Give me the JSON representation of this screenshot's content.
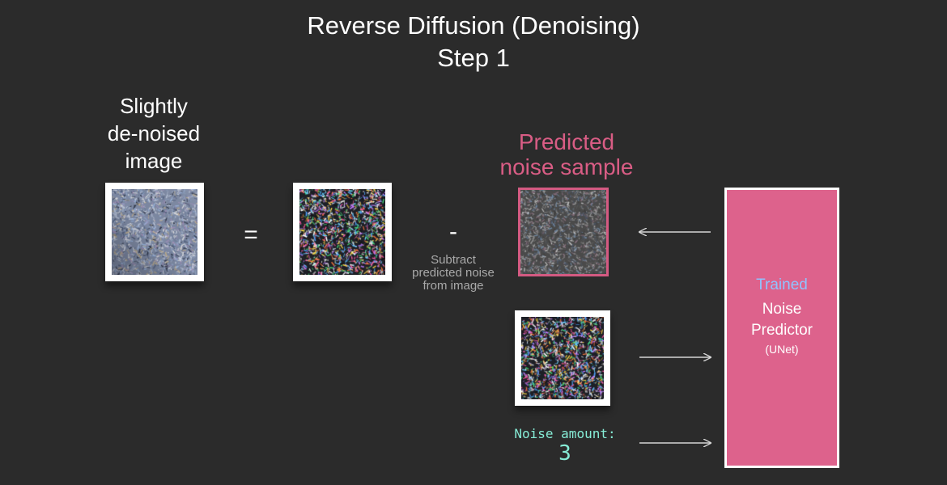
{
  "title": {
    "line1": "Reverse Diffusion (Denoising)",
    "line2": "Step 1"
  },
  "output_image": {
    "caption_lines": [
      "Slightly",
      "de-noised",
      "image"
    ]
  },
  "operators": {
    "equals": "=",
    "minus": "-"
  },
  "subtract_note": {
    "lines": [
      "Subtract",
      "predicted noise",
      "from image"
    ]
  },
  "predicted_noise": {
    "caption_lines": [
      "Predicted",
      "noise sample"
    ]
  },
  "noise_predictor": {
    "trained": "Trained",
    "line1": "Noise",
    "line2": "Predictor",
    "line3": "(UNet)"
  },
  "noise_amount": {
    "label": "Noise amount:",
    "value": "3"
  },
  "colors": {
    "background": "#2b2b2b",
    "accent_pink": "#dd628c",
    "trained_blue": "#8fc3ff",
    "noise_teal": "#86ecd6"
  }
}
